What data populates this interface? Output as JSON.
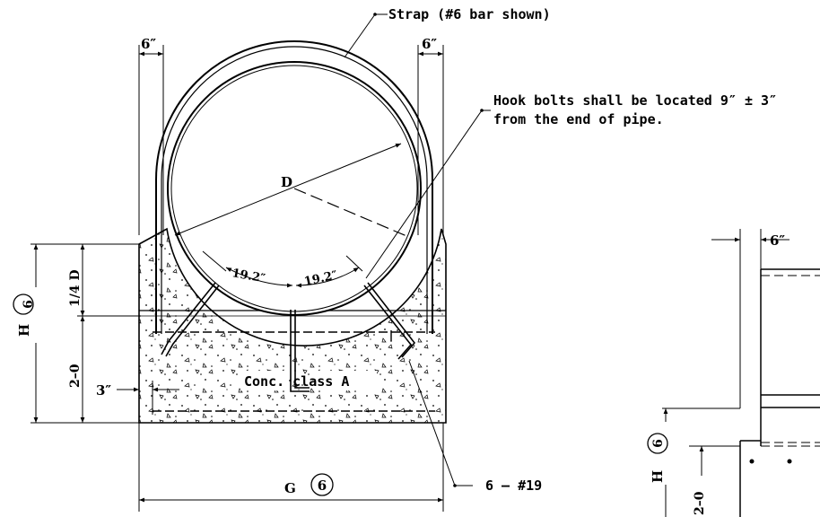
{
  "notes": {
    "strap": "Strap (#6 bar shown)",
    "hook_line1": "Hook bolts shall be located 9″ ± 3″",
    "hook_line2": "from the end of pipe.",
    "rebar": "6  –  #19",
    "concrete": "Conc. class A"
  },
  "dimensions": {
    "left_offset": "6″",
    "right_offset": "6″",
    "diameter": "D",
    "arc_left": "19.2″",
    "arc_right": "19.2″",
    "quarter_d": "1/4  D",
    "two_ft": "2–0",
    "three_in": "3″",
    "height": "H",
    "width": "G",
    "ref_number": "6",
    "side_offset": "6″",
    "side_height": "H",
    "side_ref": "6",
    "side_two_ft": "2–0"
  }
}
